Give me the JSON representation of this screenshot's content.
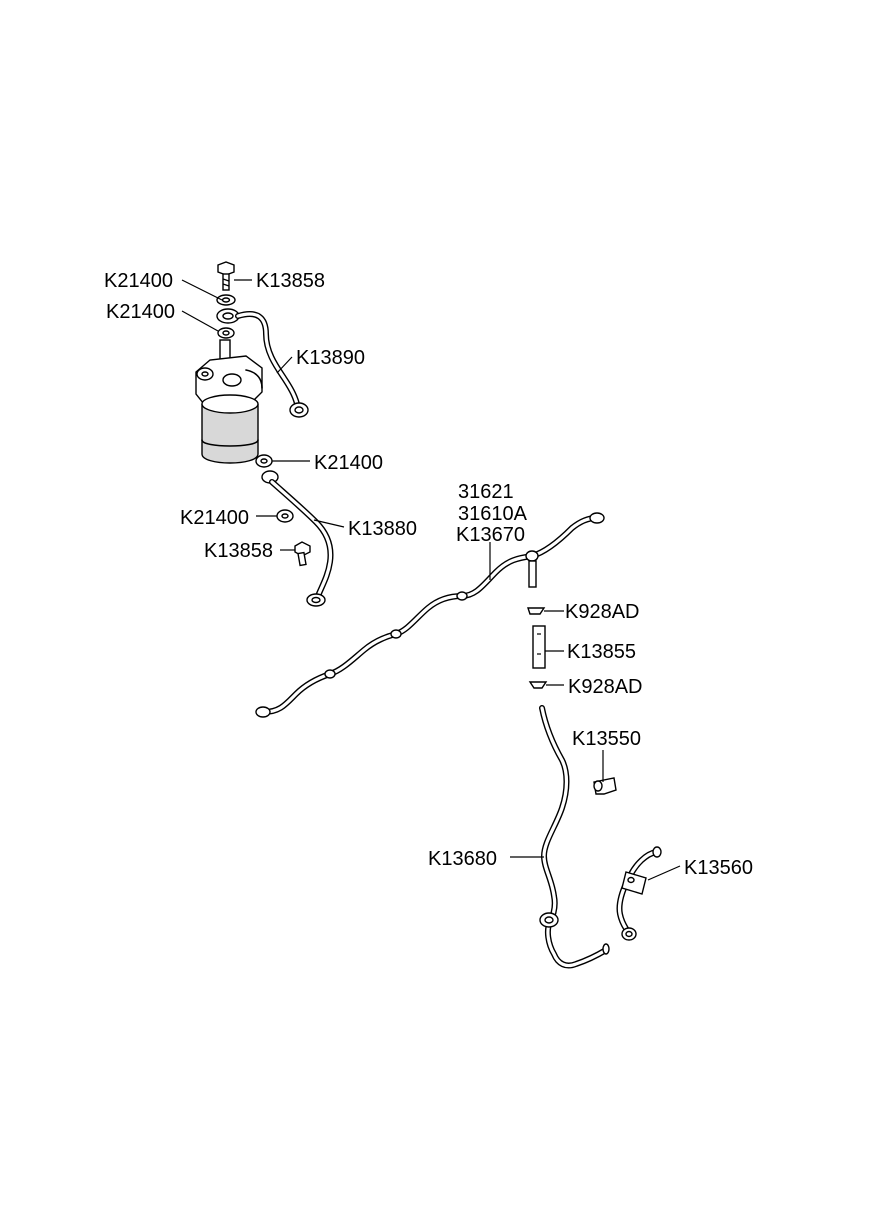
{
  "labels": {
    "k21400_top": "K21400",
    "k13858_top": "K13858",
    "k21400_second": "K21400",
    "k13890": "K13890",
    "k21400_mid": "K21400",
    "k21400_lower": "K21400",
    "k13880": "K13880",
    "k13858_lower": "K13858",
    "p31621": "31621",
    "p31610a": "31610A",
    "k13670": "K13670",
    "k928ad_top": "K928AD",
    "k13855": "K13855",
    "k928ad_bottom": "K928AD",
    "k13550": "K13550",
    "k13680": "K13680",
    "k13560": "K13560"
  }
}
